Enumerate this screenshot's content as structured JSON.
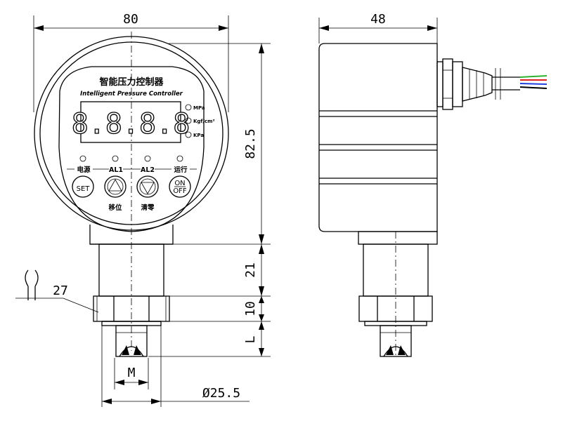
{
  "dimensions": {
    "width_front": "80",
    "width_side": "48",
    "head_height": "82.5",
    "neck_height": "21",
    "nut_height": "10",
    "thread_length": "L",
    "hex_size": "27",
    "thread_size": "M",
    "diameter": "Ø25.5"
  },
  "face": {
    "title_cn": "智能压力控制器",
    "title_en": "Intelligent Pressure Controller",
    "display": "8.8.8.8",
    "units": [
      "MPa",
      "Kgf/cm²",
      "KPa"
    ],
    "indicator_labels": [
      "电源",
      "AL1",
      "AL2",
      "运行"
    ],
    "buttons": {
      "set": "SET",
      "on": "ON",
      "off": "OFF"
    },
    "button_captions": [
      "移位",
      "清零"
    ]
  },
  "wire_colors": [
    "#2db32d",
    "#e02020",
    "#2040e0",
    "#000000"
  ]
}
